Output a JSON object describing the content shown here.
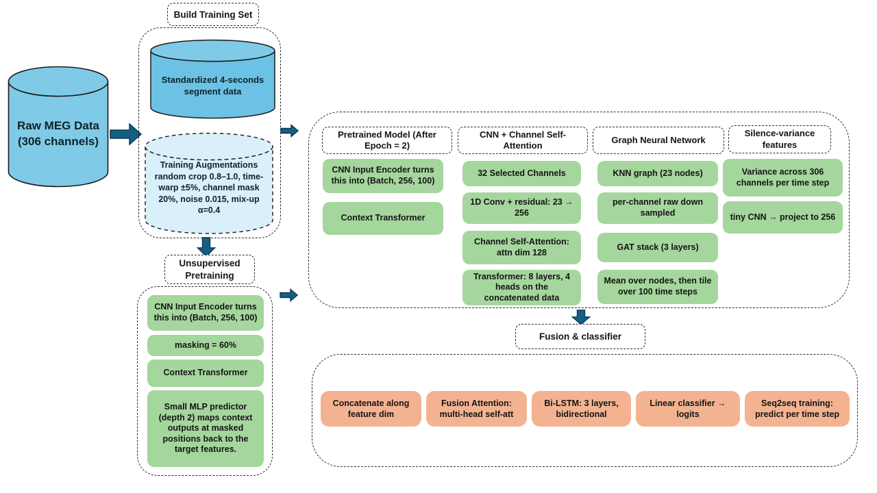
{
  "colors": {
    "cylinder_blue": "#7FCBE7",
    "cylinder_blue_dark": "#6CC2E4",
    "cylinder_light": "#D9EFFA",
    "green_box": "#A5D69D",
    "orange_box": "#F3B391",
    "arrow": "#156082",
    "outline": "#2b2b2b"
  },
  "raw": {
    "label": "Raw MEG Data\n(306 channels)"
  },
  "build": {
    "title": "Build Training Set",
    "standardized": "Standardized 4-seconds segment data",
    "augmentations": "Training Augmentations random crop 0.8–1.0, time-warp ±5%, channel mask 20%, noise 0.015, mix-up α=0.4"
  },
  "unsup": {
    "title": "Unsupervised\nPretraining",
    "steps": [
      "CNN Input Encoder turns this into (Batch, 256, 100)",
      "masking = 60%",
      "Context Transformer",
      "Small MLP predictor (depth 2) maps context outputs at masked positions back to the target features."
    ]
  },
  "enc": {
    "columns": [
      {
        "title": "Pretrained Model (After Epoch = 2)",
        "steps": [
          "CNN Input Encoder turns this into (Batch, 256, 100)",
          "Context Transformer"
        ]
      },
      {
        "title": "CNN + Channel Self-Attention",
        "steps": [
          "32 Selected Channels",
          "1D Conv + residual: 23 → 256",
          "Channel Self-Attention: attn dim 128",
          "Transformer: 8 layers, 4 heads on the concatenated data"
        ]
      },
      {
        "title": "Graph Neural Network",
        "steps": [
          "KNN graph (23 nodes)",
          "per-channel raw down sampled",
          "GAT stack (3 layers)",
          "Mean over nodes, then tile over 100 time steps"
        ]
      },
      {
        "title": "Silence-variance features",
        "steps": [
          "Variance across 306 channels per time step",
          "tiny CNN → project to 256"
        ]
      }
    ]
  },
  "fusion": {
    "title": "Fusion & classifier",
    "steps": [
      "Concatenate along feature dim",
      "Fusion Attention: multi-head self-att",
      "Bi-LSTM: 3 layers, bidirectional",
      "Linear classifier → logits",
      "Seq2seq training: predict per time step"
    ]
  }
}
